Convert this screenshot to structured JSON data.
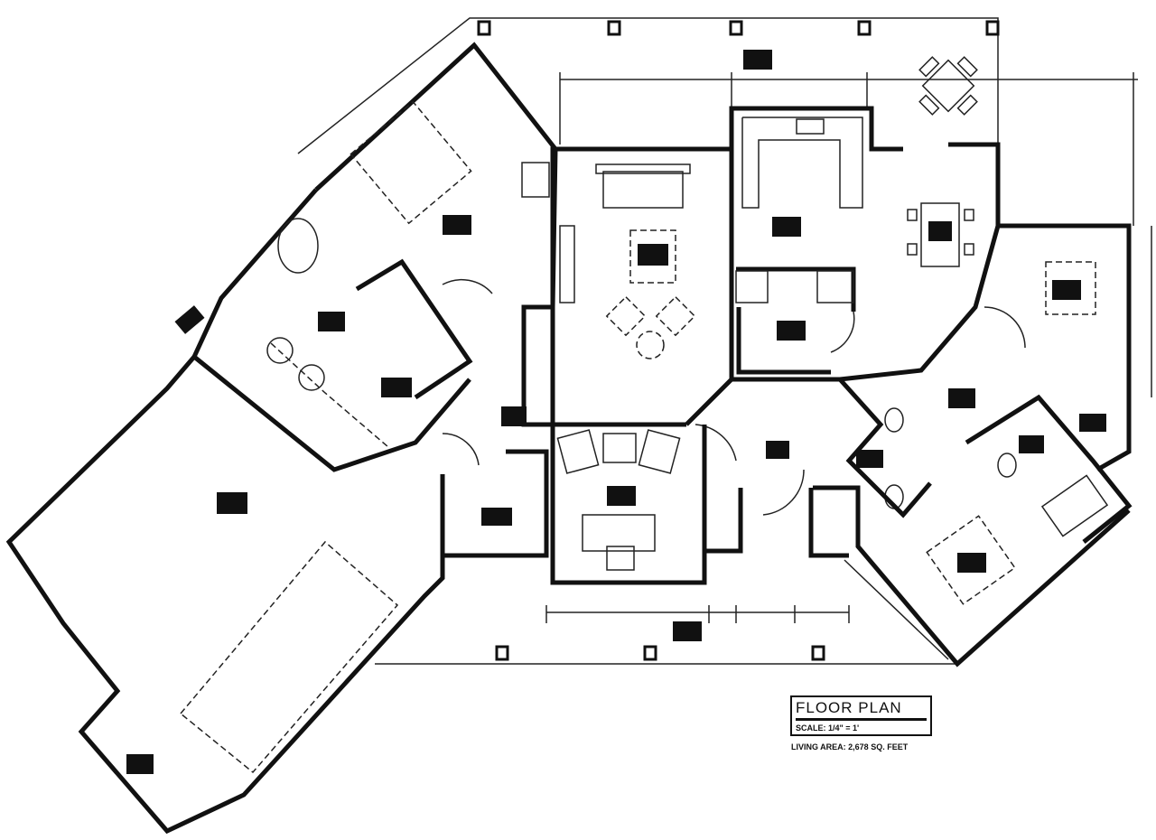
{
  "title_block": {
    "title": "FLOOR PLAN",
    "scale": "SCALE: 1/4\" = 1'",
    "living_area": "LIVING AREA: 2,678 SQ. FEET"
  }
}
